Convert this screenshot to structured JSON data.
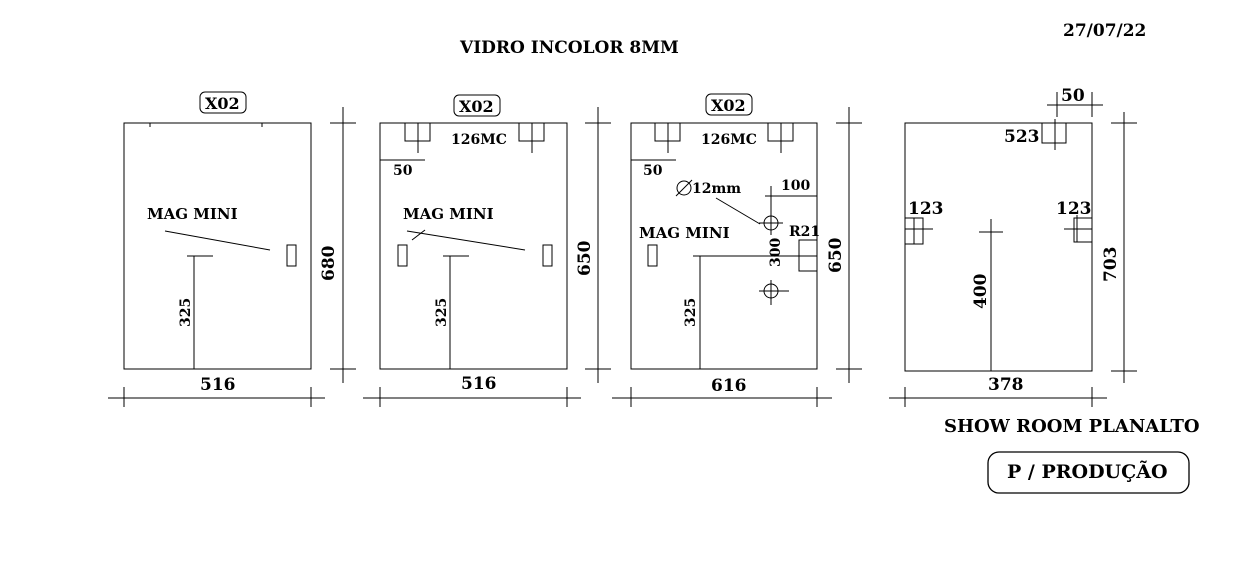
{
  "header": {
    "title": "VIDRO INCOLOR 8MM",
    "date": "27/07/22"
  },
  "panel1": {
    "tag": "X02",
    "label": "MAG MINI",
    "height": "325",
    "side": "680",
    "width": "516"
  },
  "panel2": {
    "tag": "X02",
    "hinge": "126MC",
    "offset": "50",
    "label": "MAG MINI",
    "height": "325",
    "side": "650",
    "width": "516"
  },
  "panel3": {
    "tag": "X02",
    "hinge": "126MC",
    "offset": "50",
    "hole": "12mm",
    "hole_offset": "100",
    "radius": "R21",
    "hole_height": "300",
    "label": "MAG MINI",
    "height": "325",
    "side": "650",
    "width": "616"
  },
  "panel4": {
    "top_dim": "50",
    "top_part": "523",
    "left_part": "123",
    "right_part": "123",
    "height": "400",
    "side": "703",
    "width": "378"
  },
  "footer": {
    "client": "SHOW ROOM PLANALTO",
    "stamp": "P / PRODUÇÃO"
  }
}
